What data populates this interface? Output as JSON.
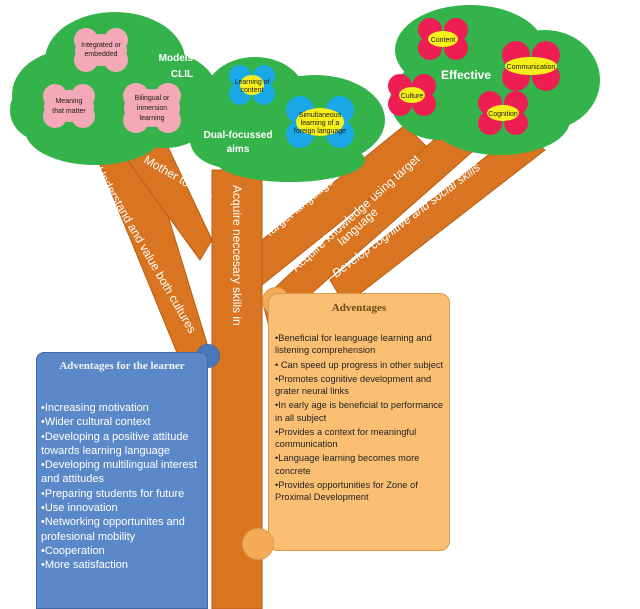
{
  "branches": {
    "understand_cultures": "Understand and value both cultures",
    "mother_tongue": "Mother tongue",
    "acquire_skills": "Acquire neccesary skills in",
    "target_language": "Target language",
    "acquire_knowledge_1": "Acquire knowledge using target",
    "acquire_knowledge_2": "language",
    "develop_skills": "Develop cognitive and social skills"
  },
  "canopy_left": {
    "title_1": "Models of",
    "title_2": "CLIL",
    "flowers": [
      {
        "line1": "Integrated or",
        "line2": "embedded",
        "line3": ""
      },
      {
        "line1": "Meaning",
        "line2": "that matter",
        "line3": ""
      },
      {
        "line1": "Bilingual or",
        "line2": "inmersion",
        "line3": "learning"
      }
    ]
  },
  "canopy_middle": {
    "title_1": "Dual-focussed",
    "title_2": "aims",
    "flowers": [
      {
        "line1": "Learning of",
        "line2": "content",
        "line3": ""
      },
      {
        "line1": "Simultaneous",
        "line2": "learning of a",
        "line3": "foreign language"
      }
    ]
  },
  "canopy_right": {
    "title": "Effective",
    "flowers": [
      "Content",
      "Communication",
      "Culture",
      "Cognition"
    ]
  },
  "advantages": {
    "title": "Adventages",
    "items": [
      "•Beneficial for leanguage learning and listening comprehension",
      "• Can speed up progress in other subject",
      "•Promotes cognitive development and grater neural links",
      "•In early age is beneficial to performance in all subject",
      "•Provides a context for meaningful communication",
      "•Language learning becomes more concrete",
      "•Provides opportunities for Zone of Proximal Development"
    ]
  },
  "learner_advantages": {
    "title": "Adventages for the learner",
    "items": [
      "•Increasing motivation",
      "•Wider cultural context",
      "•Developing a positive attitude towards learning language",
      "•Developing multilingual interest and attitudes",
      "•Preparing students for future",
      "•Use innovation",
      "•Networking opportunites and profesional mobility",
      "•Cooperation",
      "•More satisfaction"
    ]
  },
  "colors": {
    "trunk": "#d97520",
    "canopy": "#33b34a",
    "pink_flower": "#f4a9b8",
    "blue_flower": "#1aa8e8",
    "red_flower": "#ee1d52",
    "flower_center": "#f7ef1a",
    "scroll_orange": "#fbbf73",
    "scroll_blue": "#5a88c8"
  }
}
